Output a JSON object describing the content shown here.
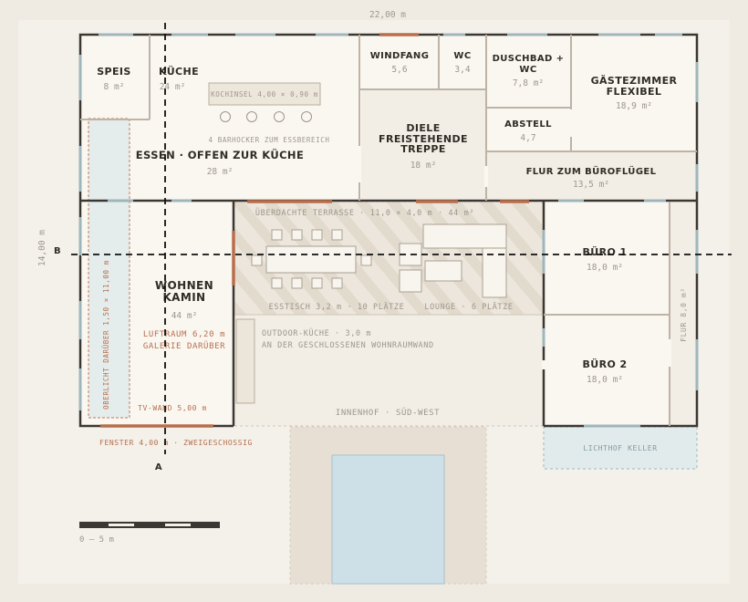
{
  "top_dimension": "22,00 m",
  "left_dimension": "14,00 m",
  "section_labels": {
    "a": "A",
    "b": "B"
  },
  "rooms": {
    "speis": {
      "name": "SPEIS",
      "area": "8 m²"
    },
    "kueche": {
      "name": "KÜCHE",
      "area": "24 m²"
    },
    "kochinsel": "KOCHINSEL 4,00 × 0,90 m",
    "barhocker": "4 BARHOCKER ZUM ESSBEREICH",
    "essen": {
      "name": "ESSEN · OFFEN ZUR KÜCHE",
      "area": "28 m²"
    },
    "windfang": {
      "name": "WINDFANG",
      "area": "5,6"
    },
    "wc": {
      "name": "WC",
      "area": "3,4"
    },
    "duschbad": {
      "name_line1": "DUSCHBAD +",
      "name_line2": "WC",
      "area": "7,8 m²"
    },
    "gaestezimmer": {
      "name_line1": "GÄSTEZIMMER",
      "name_line2": "FLEXIBEL",
      "area": "18,9 m²"
    },
    "diele": {
      "name_line1": "DIELE",
      "name_line2": "FREISTEHENDE",
      "name_line3": "TREPPE",
      "area": "18 m²"
    },
    "abstell": {
      "name": "ABSTELL",
      "area": "4,7"
    },
    "flur_buero": {
      "name": "FLUR ZUM BÜROFLÜGEL",
      "area": "13,5 m²"
    },
    "wohnen": {
      "name_line1": "WOHNEN",
      "name_line2": "KAMIN",
      "area": "44 m²",
      "note_line1": "LUFTRAUM 6,20 m",
      "note_line2": "GALERIE DARÜBER",
      "tv": "TV-WAND 5,00 m"
    },
    "oberlicht": "OBERLICHT DARÜBER 1,50 × 11,00 m",
    "fenster": "FENSTER 4,00 m · ZWEIGESCHOSSIG",
    "terrasse": "ÜBERDACHTE TERRASSE · 11,0 × 4,0 m · 44 m²",
    "esstisch": "ESSTISCH 3,2 m · 10 PLÄTZE",
    "lounge": "LOUNGE · 6 PLÄTZE",
    "outdoor_line1": "OUTDOOR-KÜCHE · 3,0 m",
    "outdoor_line2": "AN DER GESCHLOSSENEN WOHNRAUMWAND",
    "innenhof": "INNENHOF · SÜD-WEST",
    "buero1": {
      "name": "BÜRO 1",
      "area": "18,0 m²"
    },
    "buero2": {
      "name": "BÜRO 2",
      "area": "18,0 m²"
    },
    "flur_8": "FLUR 8,0 m²",
    "lichthof": "LICHTHOF KELLER"
  },
  "scale_label": "0 — 5 m",
  "colors": {
    "background": "#efebe3",
    "room_fill": "#faf7f1",
    "wall": "#3b3732",
    "window": "#9eb6bb",
    "door": "#b86e4b",
    "pool": "#cde0e8",
    "section_line": "#111111"
  }
}
